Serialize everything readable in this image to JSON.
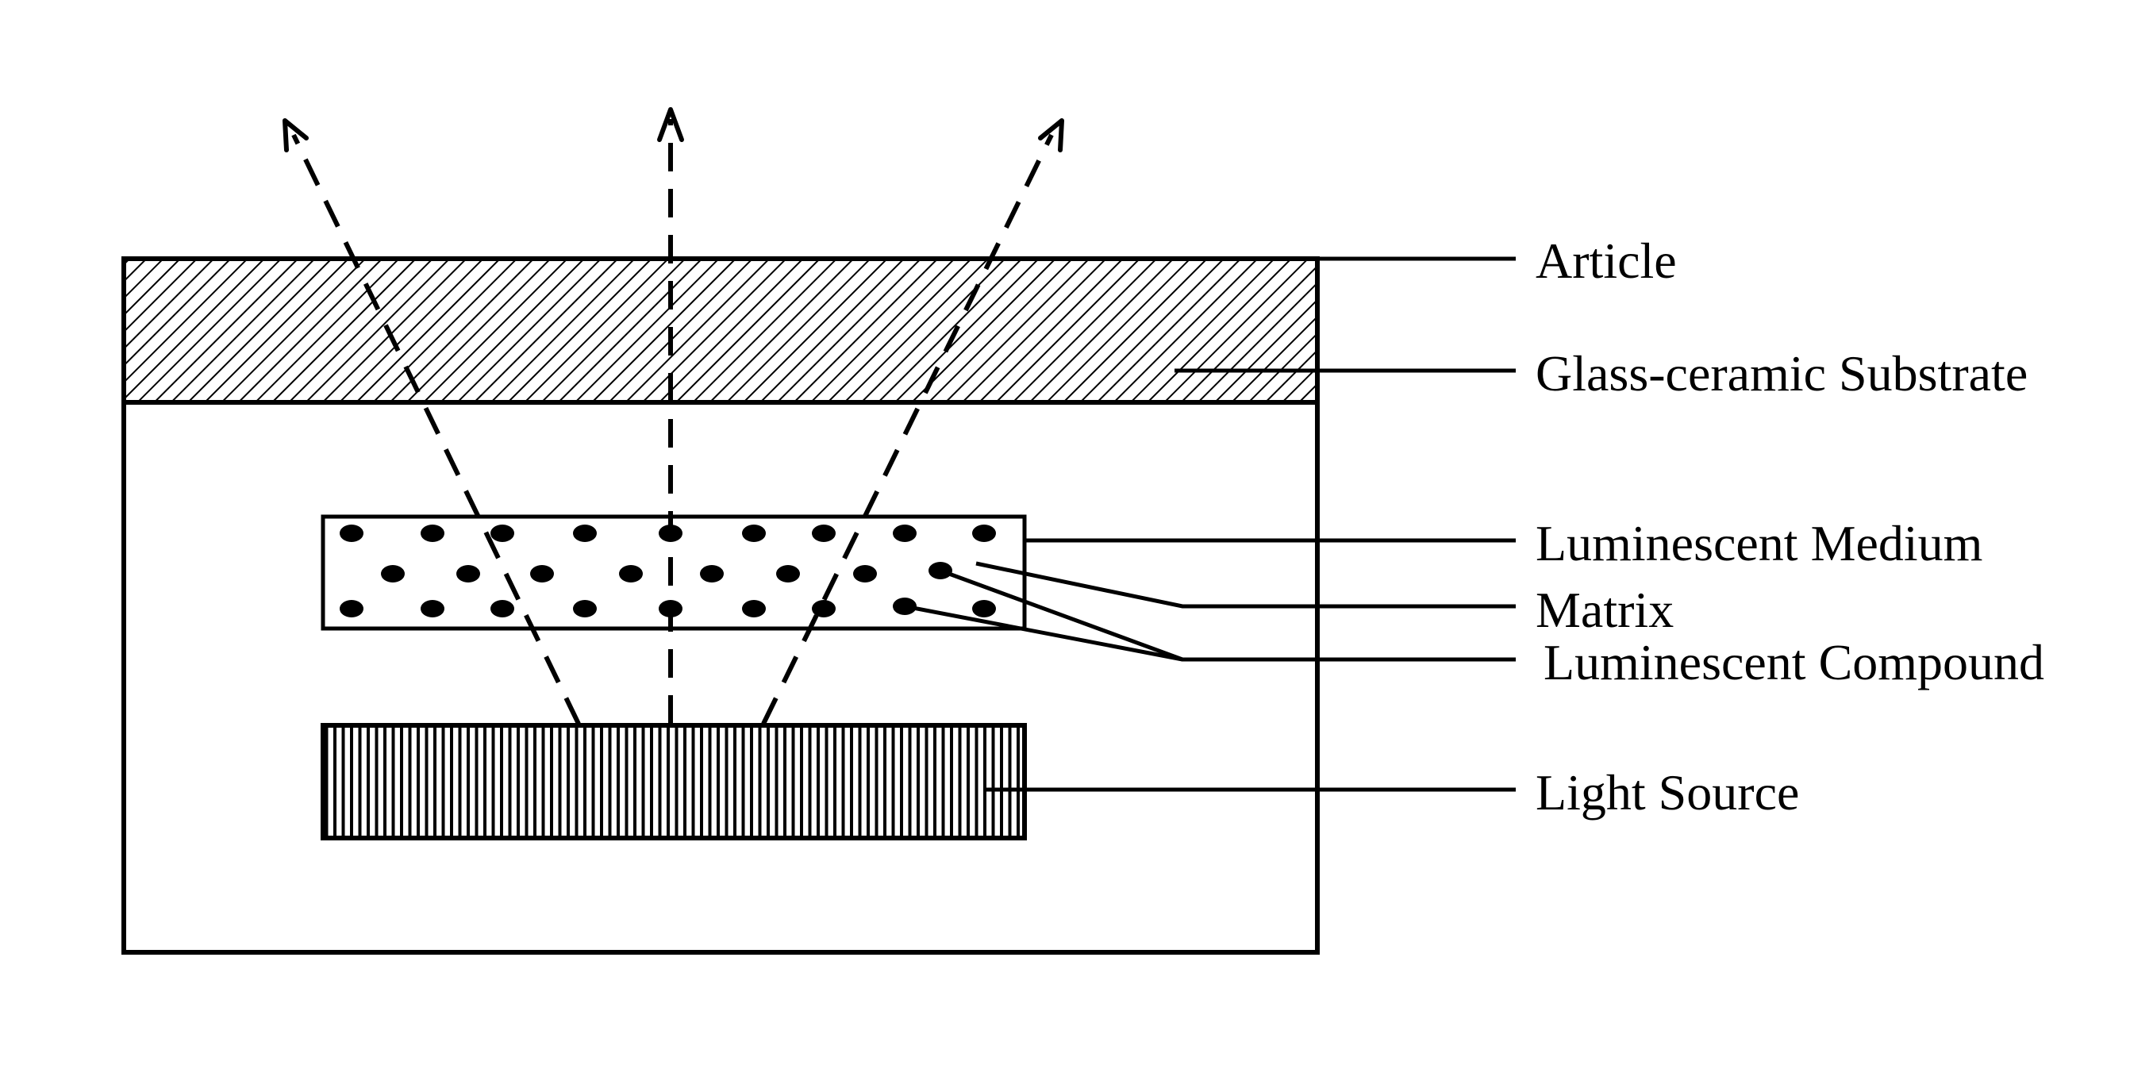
{
  "diagram": {
    "labels": {
      "article": "Article",
      "substrate": "Glass-ceramic Substrate",
      "medium": "Luminescent Medium",
      "matrix": "Matrix",
      "compound": "Luminescent Compound",
      "light_source": "Light Source"
    },
    "colors": {
      "ink": "#000000",
      "background": "#ffffff"
    },
    "hatching": {
      "substrate": "diagonal",
      "light_source": "vertical"
    }
  }
}
